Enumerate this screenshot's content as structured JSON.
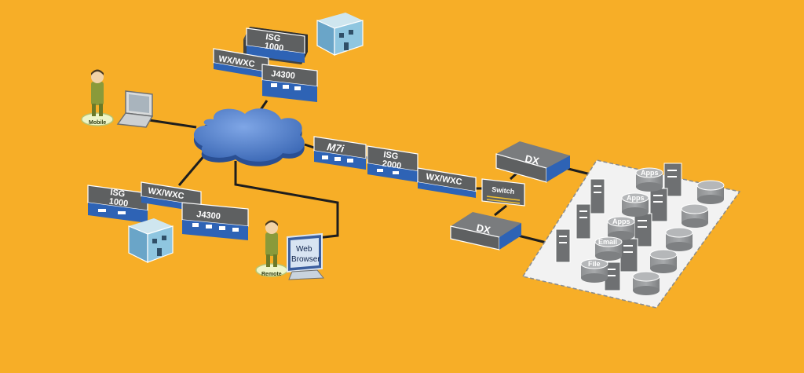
{
  "devices": {
    "isg1000_top": "ISG\n1000",
    "wx_top": "WX/WXC",
    "j4300_top": "J4300",
    "isg1000_bottom": "ISG\n1000",
    "wx_bottom": "WX/WXC",
    "j4300_bottom": "J4300",
    "m7i": "M7i",
    "isg2000": "ISG\n2000",
    "wx_core": "WX/WXC",
    "switch": "Switch",
    "dx_top": "DX",
    "dx_bottom": "DX"
  },
  "users": {
    "mobile": "Mobile",
    "remote": "Remote",
    "web_browser": "Web\nBrowser"
  },
  "datacenter": {
    "apps_1": "Apps",
    "apps_2": "Apps",
    "apps_3": "Apps",
    "email": "Email",
    "file": "File"
  },
  "colors": {
    "background": "#F7AE27",
    "device": "#5E6061",
    "device_accent": "#2E63B5",
    "cloud": "#4F7FC8",
    "link": "#1E1E1E",
    "person": "#8A9A3A"
  }
}
